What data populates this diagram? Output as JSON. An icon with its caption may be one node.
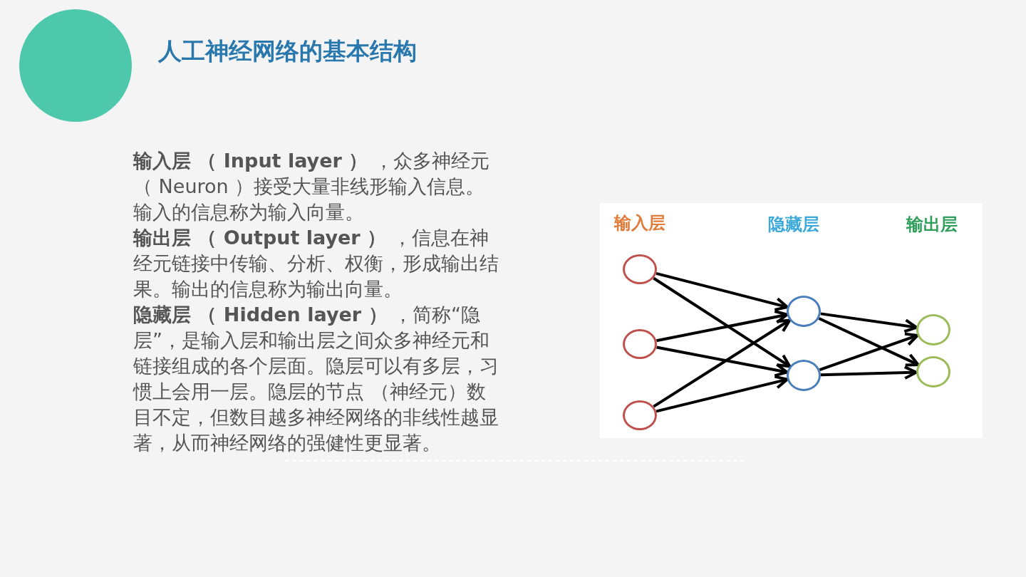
{
  "diagram": {
    "title": "人工神经网络的基本结构",
    "nodes": [
      {
        "text": [],
        "shape": "circle"
      },
      {
        "text": [],
        "shape": "circle"
      },
      {
        "text": [],
        "shape": "circle"
      },
      {
        "text": [],
        "shape": "circle"
      },
      {
        "text": [],
        "shape": "circle"
      },
      {
        "text": [],
        "shape": "circle"
      },
      {
        "text": [],
        "shape": "circle"
      }
    ],
    "edges": [
      {
        "from": 0,
        "to": 3,
        "arrow": "to"
      },
      {
        "from": 0,
        "to": 4,
        "arrow": "to"
      },
      {
        "from": 1,
        "to": 3,
        "arrow": "to"
      },
      {
        "from": 1,
        "to": 4,
        "arrow": "to"
      },
      {
        "from": 2,
        "to": 3,
        "arrow": "to"
      },
      {
        "from": 2,
        "to": 4,
        "arrow": "to"
      },
      {
        "from": 3,
        "to": 5,
        "arrow": "to"
      },
      {
        "from": 3,
        "to": 6,
        "arrow": "to"
      },
      {
        "from": 4,
        "to": 5,
        "arrow": "to"
      },
      {
        "from": 4,
        "to": 6,
        "arrow": "to"
      }
    ],
    "labels": [
      "**输入层 （ Input layer ）** ，众多神经元（ Neuron ）接受大量非线形输入信息。输入的信息称为输入向量。",
      "**输出层 （ Output layer ）** ，信息在神经元链接中传输、分析、权衡，形成输出结果。输出的信息称为输出向量。",
      "**隐藏层 （ Hidden layer ）** ，简称“隐层”，是输入层和输出层之间众多神经元和链接组成的各个层面。隐层可以有多层，习惯上会用一层。隐层的节点 （神经元）数目不定，但数目越多神经网络的非线性越显著，从而神经网络的强健性更显著。",
      "输入层",
      "隐藏层",
      "输出层"
    ]
  }
}
